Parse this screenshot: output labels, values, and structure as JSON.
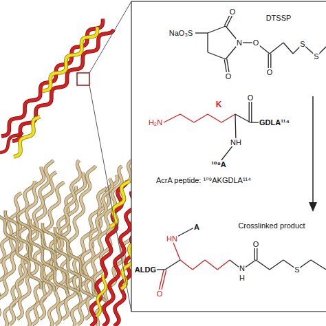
{
  "diagram": {
    "labels": [
      "NaO₃S",
      "DTSSP",
      "O",
      "O",
      "N",
      "O",
      "O",
      "S",
      "S",
      "H₂N",
      "K",
      "O",
      "NH",
      "GDLA¹¹⁴",
      "¹⁰⁹A",
      "AcrA peptide: ¹⁰⁹AKGDLA¹¹⁴",
      "HN",
      "A",
      "ALDG",
      "O",
      "N",
      "H",
      "O",
      "S",
      "Crosslinked product"
    ]
  }
}
